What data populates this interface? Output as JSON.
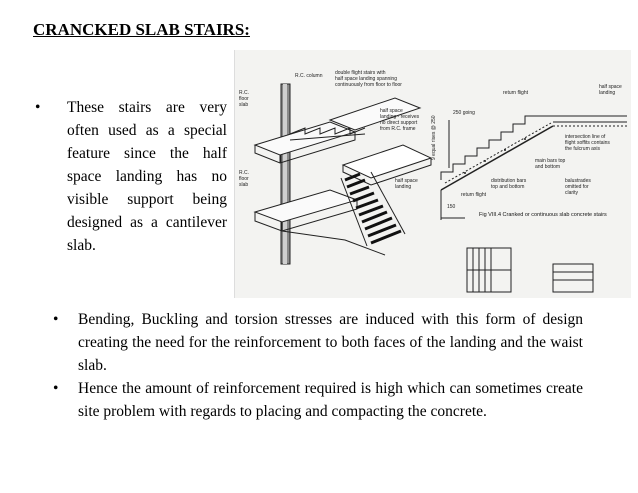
{
  "slide": {
    "title": "CRANCKED SLAB STAIRS:",
    "left_bullets": [
      "These stairs are very often used as a special feature since the half space landing has no visible support being designed as a cantilever slab."
    ],
    "bottom_bullets": [
      "Bending, Buckling and torsion stresses are induced with this form of design creating the need for the reinforcement to both faces of the landing and the waist slab.",
      "Hence the amount of reinforcement required is high which can sometimes create site problem with regards to placing and compacting the concrete."
    ],
    "bullet_glyph": "•"
  },
  "figure": {
    "labels": {
      "rc_column": "R.C. column",
      "double_flight": "double flight stairs with half space landing spanning continuously from floor to floor",
      "rc_floor_slab_top": "R.C. floor slab",
      "half_space_landing_receives": "half space landing - receives no direct support from R.C. frame",
      "rc_floor_slab_bottom": "R.C. floor slab",
      "half_space_landing": "half space landing",
      "return_flight_top": "return flight",
      "half_space_landing_right": "half space landing",
      "going": "250 going",
      "rise": "9 equal rises @ 250",
      "intersection": "intersection line of flight soffits contains the fulcrum axis",
      "main_bars": "main bars top and bottom",
      "distribution_bars": "distribution bars top and bottom",
      "return_flight_bottom": "return flight",
      "dim_150": "150",
      "balustrades": "balustrades omitted for clarity",
      "caption": "Fig VIII.4 Cranked or continuous slab concrete stairs"
    }
  }
}
